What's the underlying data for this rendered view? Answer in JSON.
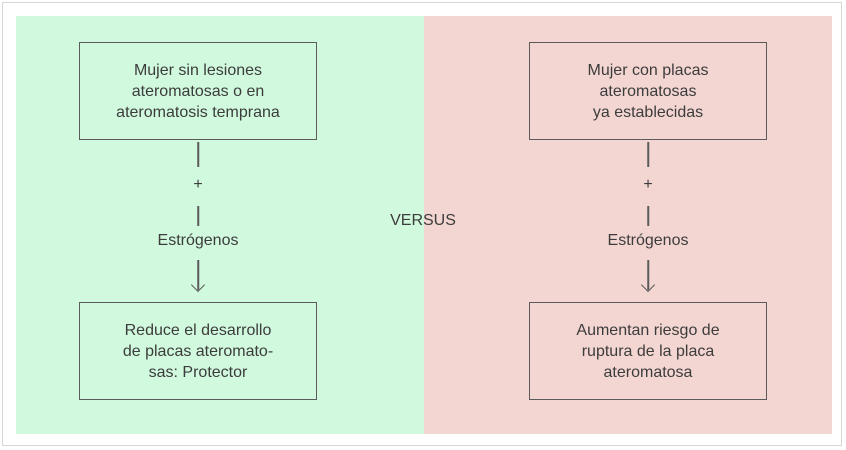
{
  "left": {
    "top_box": "Mujer sin lesiones\nateromatosas o en\nateromatosis temprana",
    "plus": "+",
    "label": "Estrógenos",
    "bottom_box": "Reduce el desarrollo\nde placas ateromato-\nsas: Protector",
    "color": "#d1f9dd"
  },
  "center": {
    "versus": "VERSUS"
  },
  "right": {
    "top_box": "Mujer con placas\nateromatosas\nya establecidas",
    "plus": "+",
    "label": "Estrógenos",
    "bottom_box": "Aumentan riesgo de\nruptura de la placa\nateromatosa",
    "color": "#f3d6d1"
  }
}
